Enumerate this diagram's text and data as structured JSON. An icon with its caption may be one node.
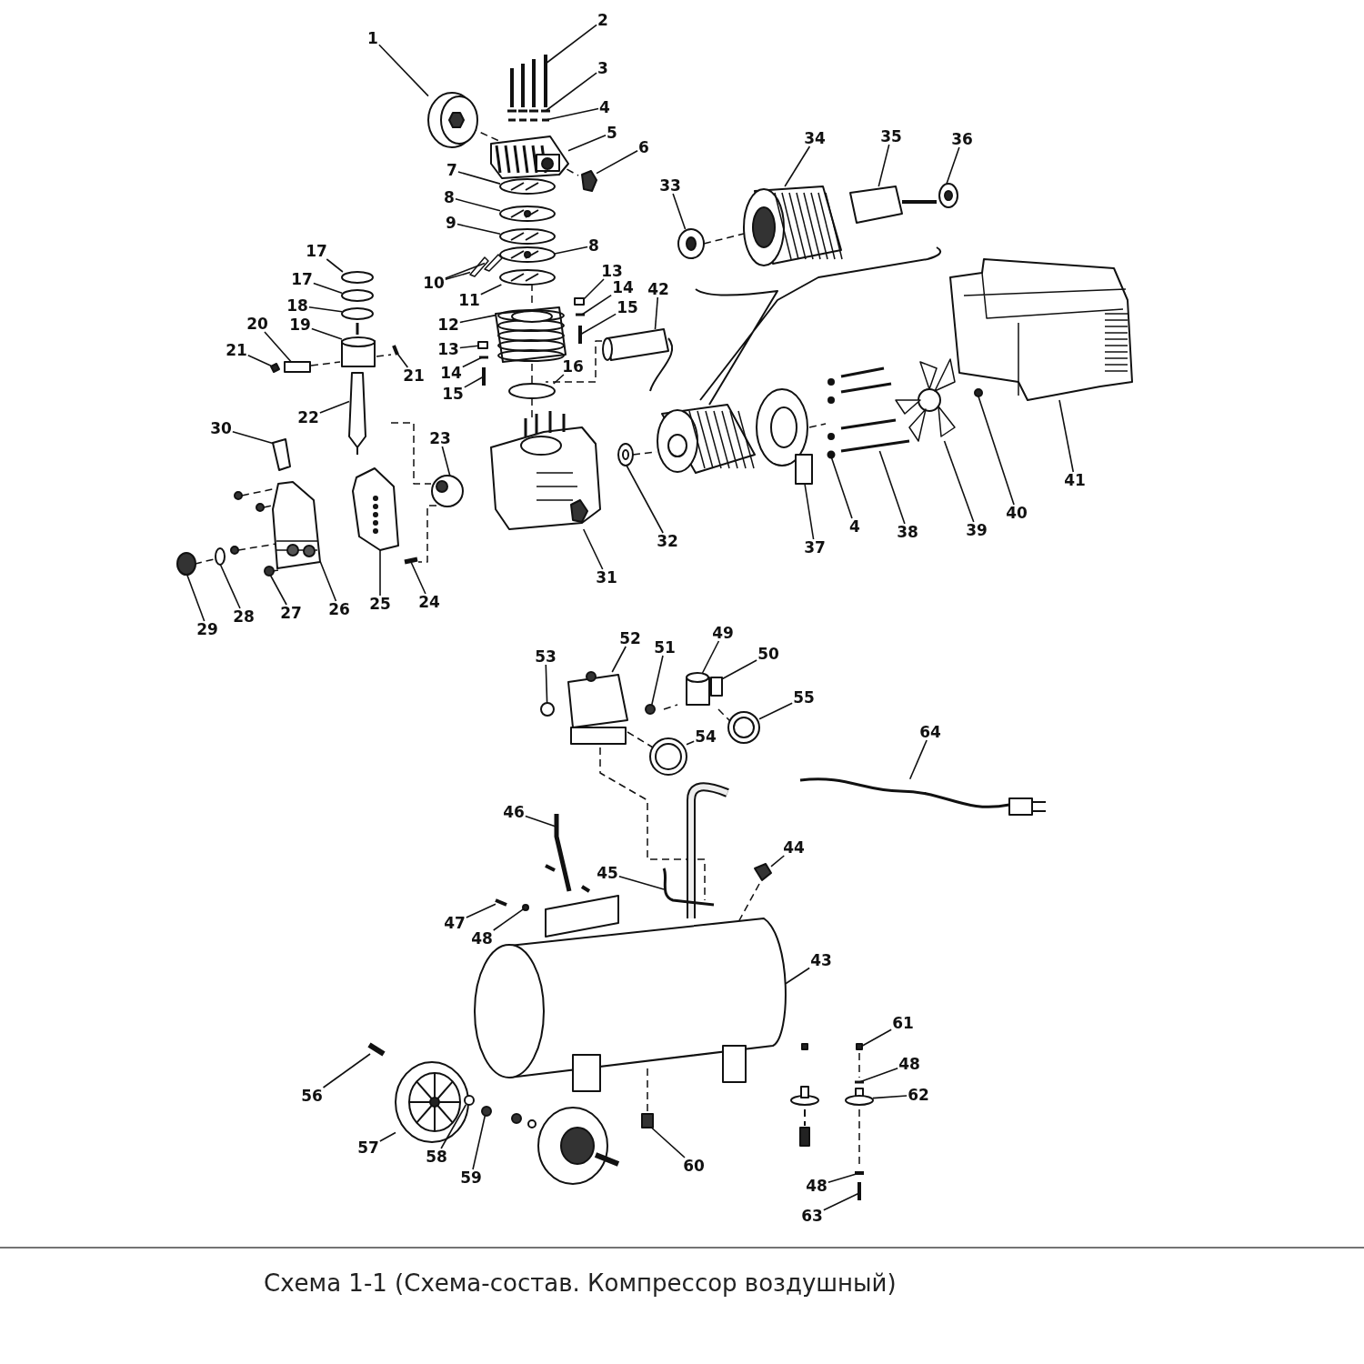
{
  "diagram": {
    "caption": "Схема 1-1 (Схема-состав. Компрессор воздушный)",
    "nodes": [
      {
        "text": [
          "1"
        ]
      },
      {
        "text": [
          "2"
        ]
      },
      {
        "text": [
          "3"
        ]
      },
      {
        "text": [
          "4"
        ]
      },
      {
        "text": [
          "5"
        ]
      },
      {
        "text": [
          "6"
        ]
      },
      {
        "text": [
          "7"
        ]
      },
      {
        "text": [
          "8"
        ]
      },
      {
        "text": [
          "9"
        ]
      },
      {
        "text": [
          "8"
        ]
      },
      {
        "text": [
          "10"
        ]
      },
      {
        "text": [
          "11"
        ]
      },
      {
        "text": [
          "13"
        ]
      },
      {
        "text": [
          "14"
        ]
      },
      {
        "text": [
          "15"
        ]
      },
      {
        "text": [
          "42"
        ]
      },
      {
        "text": [
          "17"
        ]
      },
      {
        "text": [
          "17"
        ]
      },
      {
        "text": [
          "18"
        ]
      },
      {
        "text": [
          "20"
        ]
      },
      {
        "text": [
          "19"
        ]
      },
      {
        "text": [
          "12"
        ]
      },
      {
        "text": [
          "21"
        ]
      },
      {
        "text": [
          "13"
        ]
      },
      {
        "text": [
          "21"
        ]
      },
      {
        "text": [
          "14"
        ]
      },
      {
        "text": [
          "15"
        ]
      },
      {
        "text": [
          "16"
        ]
      },
      {
        "text": [
          "22"
        ]
      },
      {
        "text": [
          "30"
        ]
      },
      {
        "text": [
          "23"
        ]
      },
      {
        "text": [
          "34"
        ]
      },
      {
        "text": [
          "35"
        ]
      },
      {
        "text": [
          "36"
        ]
      },
      {
        "text": [
          "33"
        ]
      },
      {
        "text": [
          "29"
        ]
      },
      {
        "text": [
          "28"
        ]
      },
      {
        "text": [
          "27"
        ]
      },
      {
        "text": [
          "26"
        ]
      },
      {
        "text": [
          "25"
        ]
      },
      {
        "text": [
          "24"
        ]
      },
      {
        "text": [
          "31"
        ]
      },
      {
        "text": [
          "32"
        ]
      },
      {
        "text": [
          "37"
        ]
      },
      {
        "text": [
          "4"
        ]
      },
      {
        "text": [
          "38"
        ]
      },
      {
        "text": [
          "39"
        ]
      },
      {
        "text": [
          "40"
        ]
      },
      {
        "text": [
          "41"
        ]
      },
      {
        "text": [
          "52"
        ]
      },
      {
        "text": [
          "53"
        ]
      },
      {
        "text": [
          "51"
        ]
      },
      {
        "text": [
          "49"
        ]
      },
      {
        "text": [
          "50"
        ]
      },
      {
        "text": [
          "55"
        ]
      },
      {
        "text": [
          "54"
        ]
      },
      {
        "text": [
          "64"
        ]
      },
      {
        "text": [
          "46"
        ]
      },
      {
        "text": [
          "45"
        ]
      },
      {
        "text": [
          "44"
        ]
      },
      {
        "text": [
          "47"
        ]
      },
      {
        "text": [
          "48"
        ]
      },
      {
        "text": [
          "43"
        ]
      },
      {
        "text": [
          "61"
        ]
      },
      {
        "text": [
          "48"
        ]
      },
      {
        "text": [
          "62"
        ]
      },
      {
        "text": [
          "56"
        ]
      },
      {
        "text": [
          "57"
        ]
      },
      {
        "text": [
          "58"
        ]
      },
      {
        "text": [
          "59"
        ]
      },
      {
        "text": [
          "60"
        ]
      },
      {
        "text": [
          "48"
        ]
      },
      {
        "text": [
          "63"
        ]
      },
      {
        "text": [],
        "shape": "picture"
      },
      {
        "text": [],
        "shape": "bar"
      },
      {
        "text": [],
        "shape": "bar"
      },
      {
        "text": [],
        "shape": "bar"
      },
      {
        "text": [],
        "shape": "picture"
      },
      {
        "text": [],
        "shape": "box"
      },
      {
        "text": [],
        "shape": "picture"
      },
      {
        "text": [],
        "shape": "picture"
      },
      {
        "text": [],
        "shape": "picture"
      },
      {
        "text": [],
        "shape": "picture"
      },
      {
        "text": [],
        "shape": "picture"
      },
      {
        "text": [],
        "shape": "picture"
      },
      {
        "text": [],
        "shape": "picture"
      },
      {
        "text": [],
        "shape": "box"
      },
      {
        "text": [],
        "shape": "bar"
      },
      {
        "text": [],
        "shape": "bar"
      },
      {
        "text": [],
        "shape": "picture"
      },
      {
        "text": [],
        "shape": "circle"
      },
      {
        "text": [],
        "shape": "circle"
      },
      {
        "text": [],
        "shape": "circle"
      },
      {
        "text": [],
        "shape": "box"
      },
      {
        "text": [],
        "shape": "cylinder"
      },
      {
        "text": [],
        "shape": "picture"
      },
      {
        "text": [],
        "shape": "box"
      },
      {
        "text": [],
        "shape": "box"
      },
      {
        "text": [],
        "shape": "bar"
      },
      {
        "text": [],
        "shape": "bar"
      },
      {
        "text": [],
        "shape": "bar"
      },
      {
        "text": [],
        "shape": "circle"
      },
      {
        "text": [],
        "shape": "picture"
      },
      {
        "text": [],
        "shape": "box"
      },
      {
        "text": [],
        "shape": "circle"
      },
      {
        "text": [],
        "shape": "picture"
      },
      {
        "text": [],
        "shape": "picture"
      },
      {
        "text": [],
        "shape": "circle"
      },
      {
        "text": [],
        "shape": "circle"
      },
      {
        "text": [],
        "shape": "circle"
      },
      {
        "text": [],
        "shape": "circle"
      },
      {
        "text": [],
        "shape": "circle"
      },
      {
        "text": [],
        "shape": "picture"
      },
      {
        "text": [],
        "shape": "picture"
      },
      {
        "text": [],
        "shape": "bar"
      },
      {
        "text": [],
        "shape": "picture"
      },
      {
        "text": [],
        "shape": "circle"
      },
      {
        "text": [],
        "shape": "picture"
      },
      {
        "text": [],
        "shape": "circle"
      },
      {
        "text": [],
        "shape": "bar"
      },
      {
        "text": [],
        "shape": "picture"
      },
      {
        "text": [],
        "shape": "circle"
      },
      {
        "text": [],
        "shape": "picture"
      },
      {
        "text": [],
        "shape": "picture"
      },
      {
        "text": [],
        "shape": "circle"
      },
      {
        "text": [],
        "shape": "circle"
      },
      {
        "text": [],
        "shape": "cylinder"
      },
      {
        "text": [],
        "shape": "box"
      },
      {
        "text": [],
        "shape": "circle"
      },
      {
        "text": [],
        "shape": "circle"
      },
      {
        "text": [],
        "shape": "picture"
      },
      {
        "text": [],
        "shape": "picture"
      },
      {
        "text": [],
        "shape": "picture"
      },
      {
        "text": [],
        "shape": "box"
      },
      {
        "text": [],
        "shape": "bar"
      },
      {
        "text": [],
        "shape": "circle"
      },
      {
        "text": [],
        "shape": "picture"
      },
      {
        "text": [],
        "shape": "box"
      },
      {
        "text": [],
        "shape": "bar"
      },
      {
        "text": [],
        "shape": "circle"
      },
      {
        "text": [],
        "shape": "bar"
      },
      {
        "text": [],
        "shape": "picture"
      },
      {
        "text": [],
        "shape": "circle"
      },
      {
        "text": [],
        "shape": "circle"
      },
      {
        "text": [],
        "shape": "box"
      },
      {
        "text": [],
        "shape": "bar"
      },
      {
        "text": [],
        "shape": "bar"
      }
    ],
    "edges": [
      {
        "from": 0,
        "to": 73,
        "arrow": "none"
      },
      {
        "from": 1,
        "to": 74,
        "arrow": "none"
      },
      {
        "from": 2,
        "to": 75,
        "arrow": "none"
      },
      {
        "from": 3,
        "to": 76,
        "arrow": "none"
      },
      {
        "from": 4,
        "to": 77,
        "arrow": "none"
      },
      {
        "from": 5,
        "to": 78,
        "arrow": "none"
      },
      {
        "from": 6,
        "to": 79,
        "arrow": "none"
      },
      {
        "from": 7,
        "to": 80,
        "arrow": "none"
      },
      {
        "from": 8,
        "to": 81,
        "arrow": "none"
      },
      {
        "from": 9,
        "to": 82,
        "arrow": "none"
      },
      {
        "from": 10,
        "to": 83,
        "arrow": "none"
      },
      {
        "from": 10,
        "to": 84,
        "arrow": "none"
      },
      {
        "from": 11,
        "to": 85,
        "arrow": "none"
      },
      {
        "from": 12,
        "to": 86,
        "arrow": "none"
      },
      {
        "from": 13,
        "to": 87,
        "arrow": "none"
      },
      {
        "from": 14,
        "to": 88,
        "arrow": "none"
      },
      {
        "from": 15,
        "to": 89,
        "arrow": "none"
      },
      {
        "from": 16,
        "to": 90,
        "arrow": "none"
      },
      {
        "from": 17,
        "to": 91,
        "arrow": "none"
      },
      {
        "from": 18,
        "to": 92,
        "arrow": "none"
      },
      {
        "from": 19,
        "to": 93,
        "arrow": "none"
      },
      {
        "from": 20,
        "to": 94,
        "arrow": "none"
      },
      {
        "from": 21,
        "to": 95,
        "arrow": "none"
      },
      {
        "from": 22,
        "to": 96,
        "arrow": "none"
      },
      {
        "from": 23,
        "to": 97,
        "arrow": "none"
      },
      {
        "from": 24,
        "to": 98,
        "arrow": "none"
      },
      {
        "from": 25,
        "to": 99,
        "arrow": "none"
      },
      {
        "from": 26,
        "to": 100,
        "arrow": "none"
      },
      {
        "from": 27,
        "to": 101,
        "arrow": "none"
      },
      {
        "from": 28,
        "to": 102,
        "arrow": "none"
      },
      {
        "from": 29,
        "to": 103,
        "arrow": "none"
      },
      {
        "from": 30,
        "to": 104,
        "arrow": "none"
      },
      {
        "from": 31,
        "to": 105,
        "arrow": "none"
      },
      {
        "from": 32,
        "to": 106,
        "arrow": "none"
      },
      {
        "from": 33,
        "to": 107,
        "arrow": "none"
      },
      {
        "from": 34,
        "to": 108,
        "arrow": "none"
      },
      {
        "from": 35,
        "to": 109,
        "arrow": "none"
      },
      {
        "from": 36,
        "to": 110,
        "arrow": "none"
      },
      {
        "from": 37,
        "to": 111,
        "arrow": "none"
      },
      {
        "from": 38,
        "to": 112,
        "arrow": "none"
      },
      {
        "from": 39,
        "to": 113,
        "arrow": "none"
      },
      {
        "from": 40,
        "to": 114,
        "arrow": "none"
      },
      {
        "from": 41,
        "to": 115,
        "arrow": "none"
      },
      {
        "from": 42,
        "to": 116,
        "arrow": "none"
      },
      {
        "from": 43,
        "to": 117,
        "arrow": "none"
      },
      {
        "from": 44,
        "to": 118,
        "arrow": "none"
      },
      {
        "from": 45,
        "to": 119,
        "arrow": "none"
      },
      {
        "from": 46,
        "to": 120,
        "arrow": "none"
      },
      {
        "from": 47,
        "to": 121,
        "arrow": "none"
      },
      {
        "from": 48,
        "to": 122,
        "arrow": "none"
      },
      {
        "from": 49,
        "to": 123,
        "arrow": "none"
      },
      {
        "from": 50,
        "to": 124,
        "arrow": "none"
      },
      {
        "from": 51,
        "to": 125,
        "arrow": "none"
      },
      {
        "from": 52,
        "to": 126,
        "arrow": "none"
      },
      {
        "from": 53,
        "to": 127,
        "arrow": "none"
      },
      {
        "from": 54,
        "to": 128,
        "arrow": "none"
      },
      {
        "from": 55,
        "to": 129,
        "arrow": "none"
      },
      {
        "from": 56,
        "to": 130,
        "arrow": "none"
      },
      {
        "from": 57,
        "to": 131,
        "arrow": "none"
      },
      {
        "from": 58,
        "to": 132,
        "arrow": "none"
      },
      {
        "from": 59,
        "to": 133,
        "arrow": "none"
      },
      {
        "from": 60,
        "to": 134,
        "arrow": "none"
      },
      {
        "from": 61,
        "to": 135,
        "arrow": "none"
      },
      {
        "from": 62,
        "to": 136,
        "arrow": "none"
      },
      {
        "from": 63,
        "to": 137,
        "arrow": "none"
      },
      {
        "from": 64,
        "to": 138,
        "arrow": "none"
      },
      {
        "from": 65,
        "to": 139,
        "arrow": "none"
      },
      {
        "from": 66,
        "to": 140,
        "arrow": "none"
      },
      {
        "from": 67,
        "to": 141,
        "arrow": "none"
      },
      {
        "from": 68,
        "to": 142,
        "arrow": "none"
      },
      {
        "from": 69,
        "to": 143,
        "arrow": "none"
      },
      {
        "from": 70,
        "to": 144,
        "arrow": "none"
      },
      {
        "from": 71,
        "to": 145,
        "arrow": "none"
      },
      {
        "from": 72,
        "to": 146,
        "arrow": "none"
      }
    ]
  }
}
